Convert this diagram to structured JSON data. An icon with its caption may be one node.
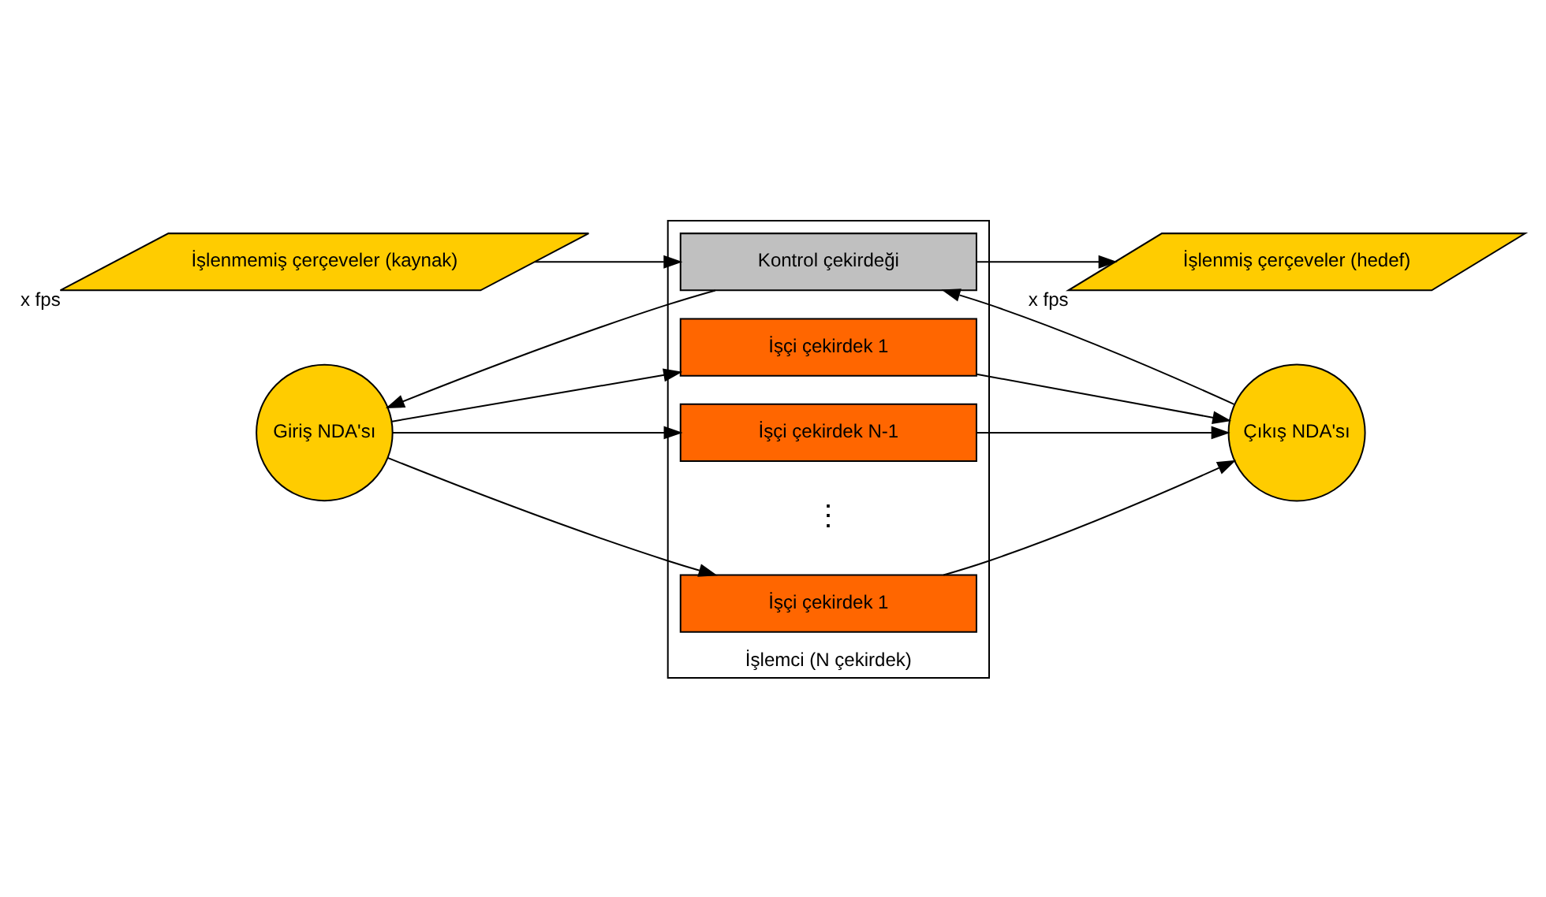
{
  "diagram": {
    "nodes": [
      {
        "text": [
          "İşlenmemiş çerçeveler (kaynak)"
        ],
        "beside": [
          "x fps"
        ]
      },
      {
        "text": [
          "İşlenmiş çerçeveler (hedef)"
        ],
        "beside": [
          "x fps"
        ]
      },
      {
        "text": [
          "İşlemci (N çekirdek)"
        ]
      },
      {
        "text": [
          "Kontrol çekirdeği"
        ],
        "in": 2
      },
      {
        "text": [
          "İşçi çekirdek 1"
        ],
        "in": 2
      },
      {
        "text": [
          "İşçi çekirdek 1"
        ],
        "in": 2
      },
      {
        "text": [
          "İşçi çekirdek N-1"
        ],
        "in": 2
      },
      {
        "text": [
          "Giriş NDA'sı"
        ]
      },
      {
        "text": [
          "Çıkış NDA'sı"
        ]
      }
    ],
    "edges": [
      {
        "from": 0,
        "to": 3,
        "arrow": "to"
      },
      {
        "from": 3,
        "to": 1,
        "arrow": "to"
      },
      {
        "from": 3,
        "to": 7,
        "arrow": "to"
      },
      {
        "from": 8,
        "to": 3,
        "arrow": "to"
      },
      {
        "from": 7,
        "to": 4,
        "arrow": "to"
      },
      {
        "from": 7,
        "to": 5,
        "arrow": "to"
      },
      {
        "from": 7,
        "to": 6,
        "arrow": "to"
      },
      {
        "from": 4,
        "to": 8,
        "arrow": "to"
      },
      {
        "from": 5,
        "to": 8,
        "arrow": "to"
      },
      {
        "from": 6,
        "to": 8,
        "arrow": "to"
      }
    ],
    "labels": [
      "⋮"
    ]
  }
}
